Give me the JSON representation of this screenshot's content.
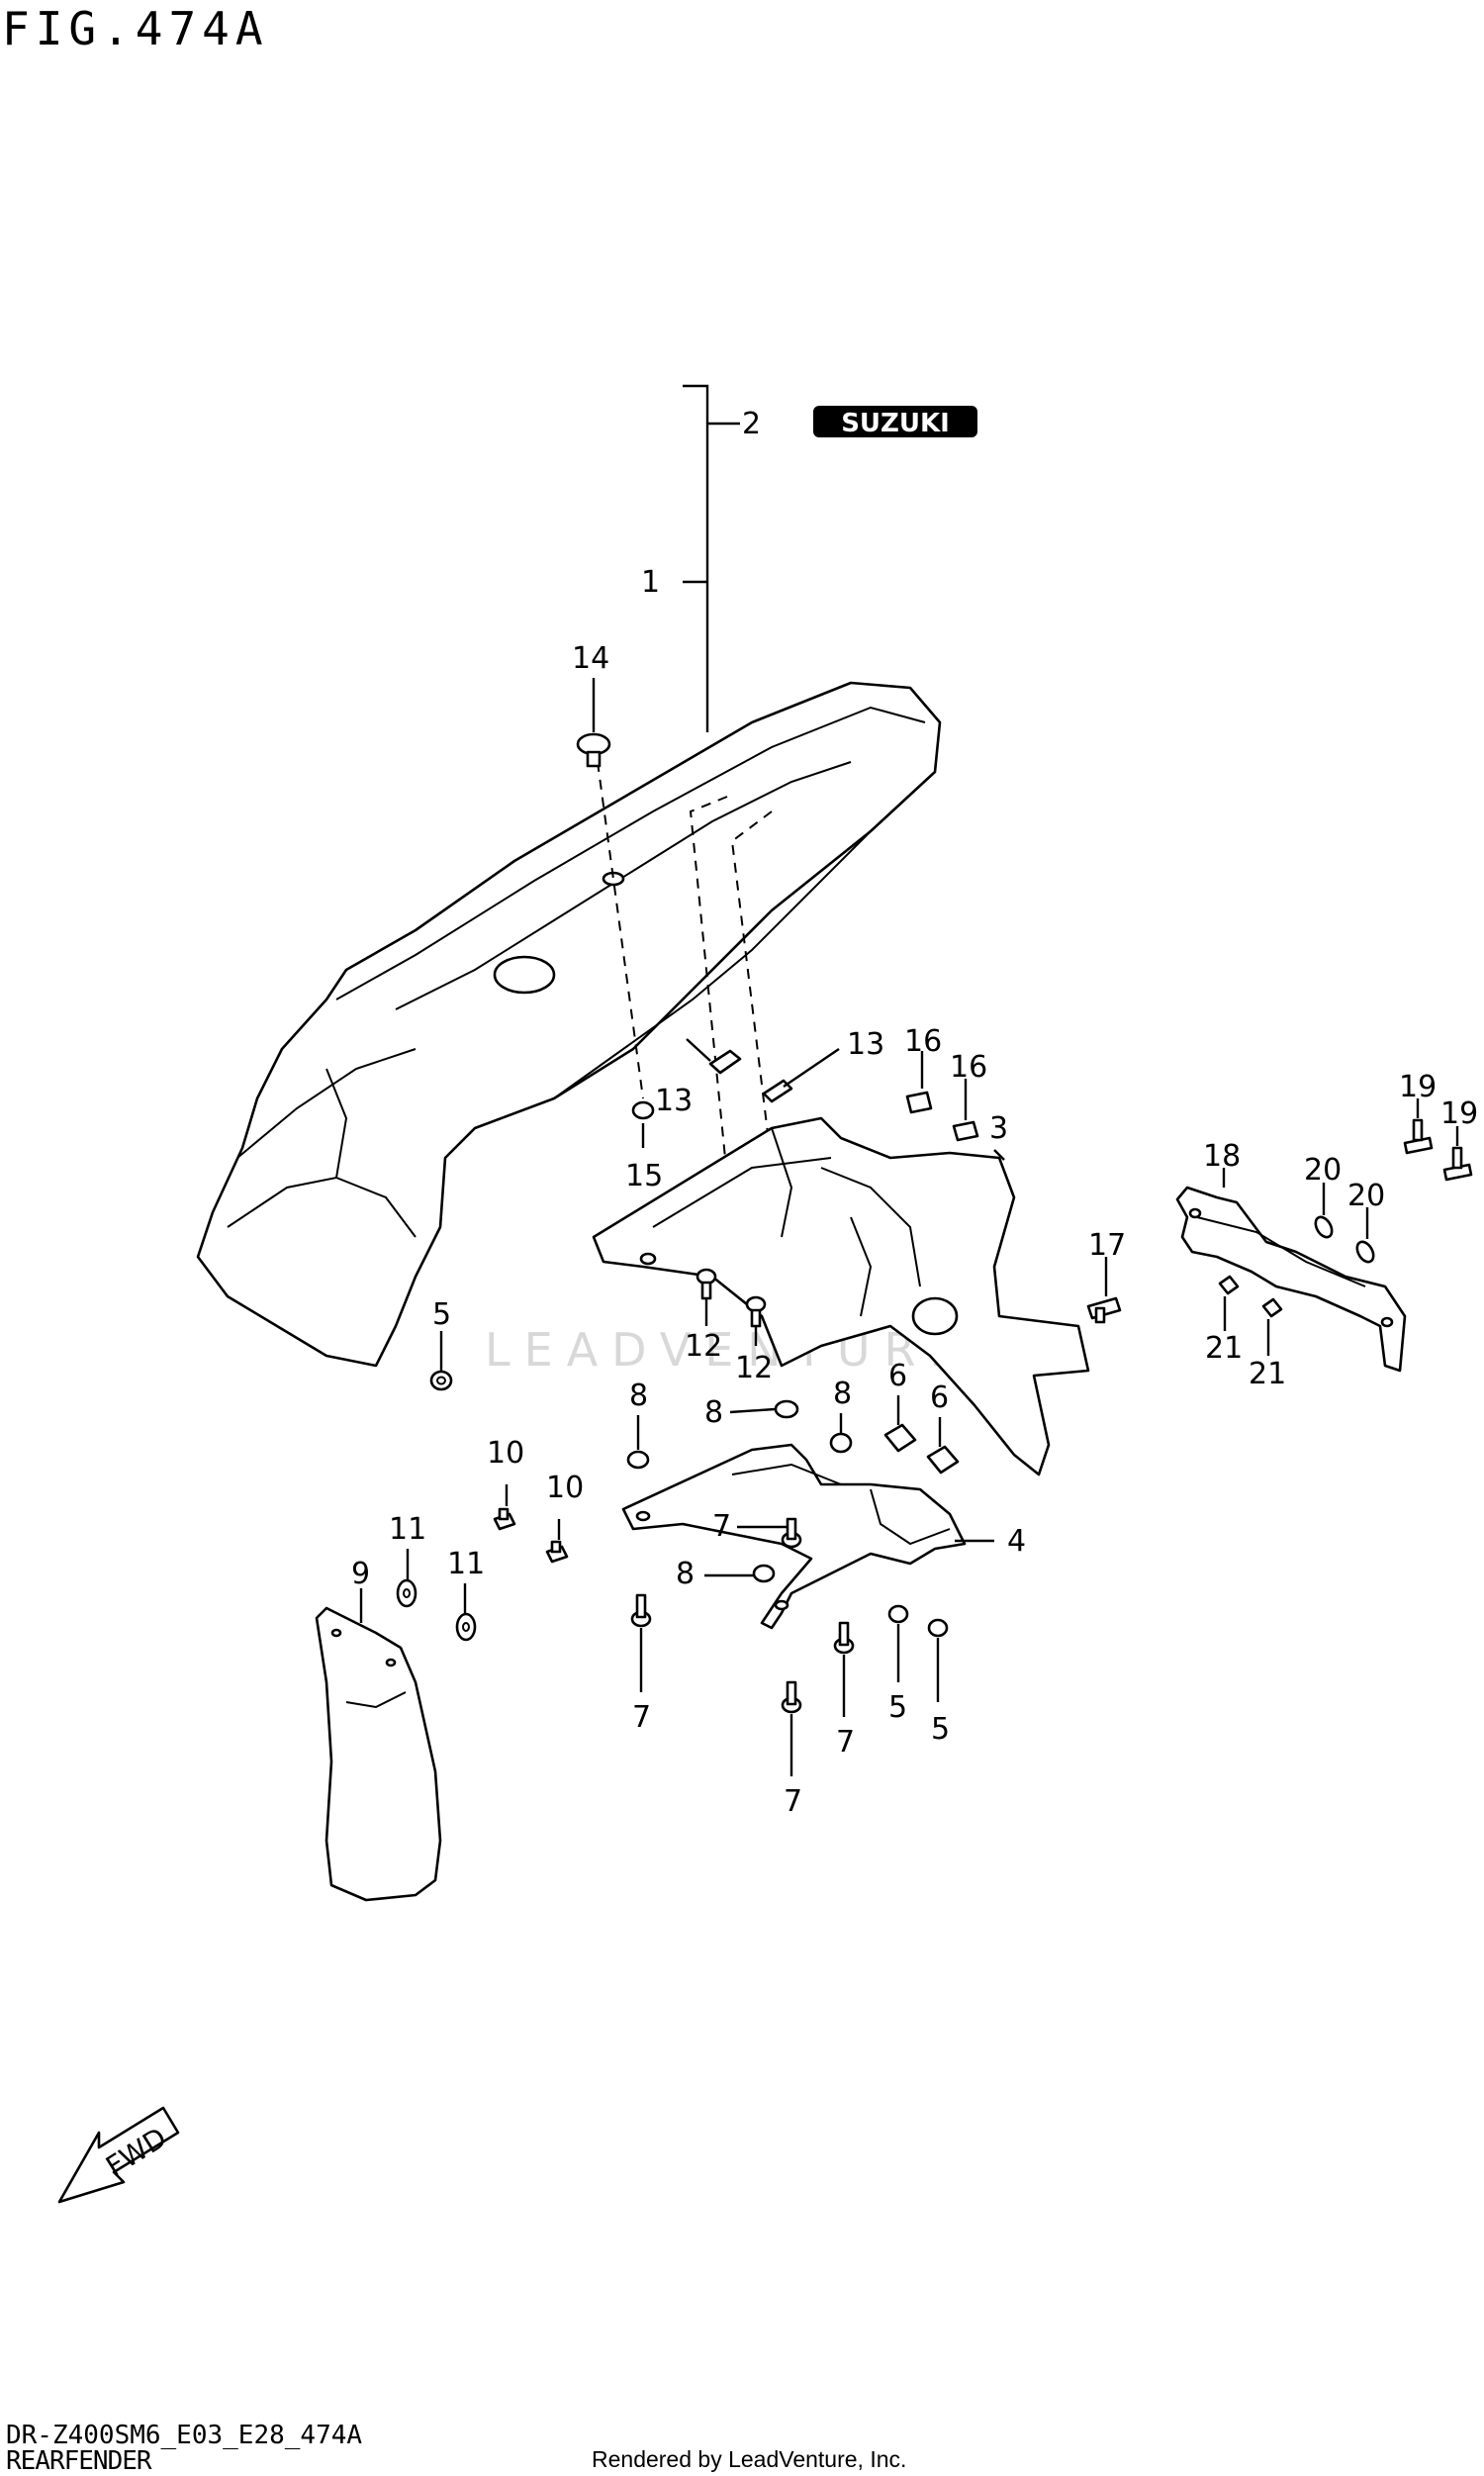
{
  "figure_title": "FIG.474A",
  "model_code": "DR-Z400SM6_E03_E28_474A",
  "section_name": "REARFENDER",
  "credit": "Rendered by LeadVenture, Inc.",
  "watermark": "LEADVENTURE",
  "emblem_text": "SUZUKI",
  "fwd_text": "FWD",
  "callouts": [
    "1",
    "2",
    "3",
    "4",
    "5",
    "6",
    "7",
    "8",
    "9",
    "10",
    "11",
    "12",
    "13",
    "14",
    "15",
    "16",
    "17",
    "18",
    "19",
    "20",
    "21"
  ]
}
